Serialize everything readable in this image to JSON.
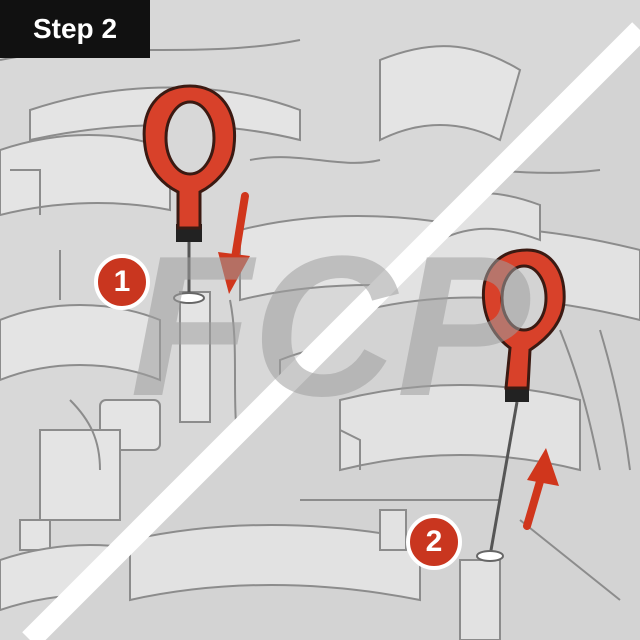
{
  "step": {
    "label": "Step 2"
  },
  "badges": [
    {
      "number": "1"
    },
    {
      "number": "2"
    }
  ],
  "watermark": {
    "text": "FCP"
  },
  "colors": {
    "accent": "#c9361f",
    "dipstick_handle": "#d8412a",
    "label_background": "#111111",
    "background": "#d6d6d6",
    "line_art": "#8a8a8a"
  },
  "icons": [
    "dipstick-handle-icon",
    "arrow-down-icon",
    "arrow-up-icon"
  ]
}
